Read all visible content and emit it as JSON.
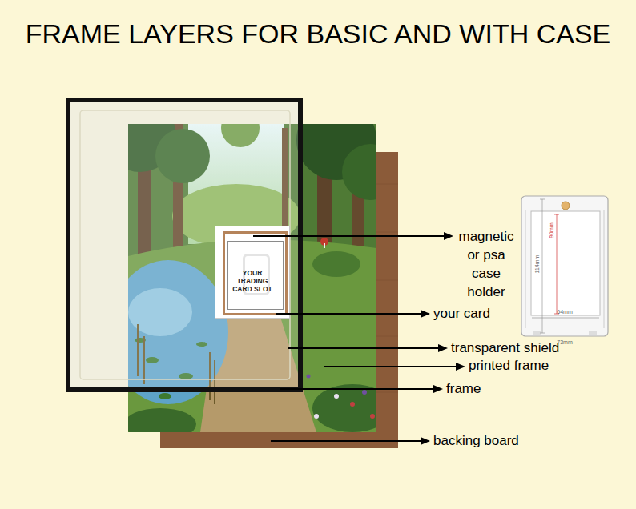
{
  "diagram": {
    "title": "FRAME LAYERS FOR BASIC AND WITH CASE",
    "nodes": [
      {
        "text": [
          "YOUR TRADING CARD SLOT"
        ]
      }
    ],
    "labels": [
      "magnetic or psa case holder",
      "your card",
      "transparent shield",
      "printed frame",
      "frame",
      "backing board",
      "90mm",
      "114mm",
      "64mm",
      "73mm"
    ]
  }
}
